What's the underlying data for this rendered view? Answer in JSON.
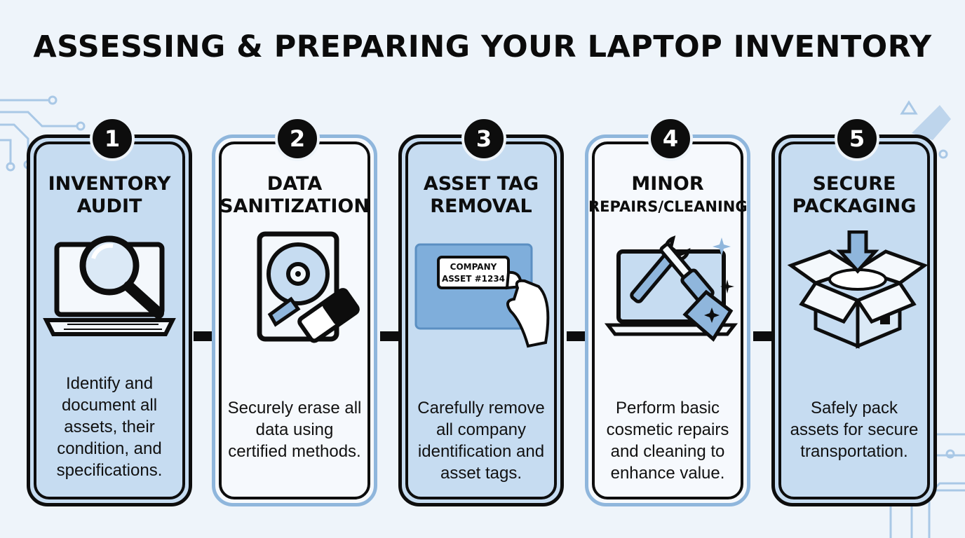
{
  "title": "ASSESSING & PREPARING YOUR LAPTOP INVENTORY",
  "steps": [
    {
      "number": "1",
      "title_line1": "INVENTORY",
      "title_line2": "AUDIT",
      "icon": "laptop-magnifier-icon",
      "description": [
        "Identify and",
        "document all",
        "assets, their",
        "condition, and",
        "specifications."
      ]
    },
    {
      "number": "2",
      "title_line1": "DATA",
      "title_line2": "SANITIZATION",
      "icon": "hard-drive-eraser-icon",
      "description": [
        "Securely erase all",
        "data using",
        "certified methods."
      ]
    },
    {
      "number": "3",
      "title_line1": "ASSET TAG",
      "title_line2": "REMOVAL",
      "icon": "asset-tag-peel-icon",
      "tag_line1": "COMPANY",
      "tag_line2": "ASSET #1234",
      "description": [
        "Carefully remove",
        "all company",
        "identification and",
        "asset tags."
      ]
    },
    {
      "number": "4",
      "title_line1": "MINOR",
      "title_line2": "REPAIRS/CLEANING",
      "icon": "tools-cleaning-icon",
      "description": [
        "Perform basic",
        "cosmetic repairs",
        "and cleaning to",
        "enhance value."
      ]
    },
    {
      "number": "5",
      "title_line1": "SECURE",
      "title_line2": "PACKAGING",
      "icon": "packed-box-icon",
      "description": [
        "Safely pack",
        "assets for secure",
        "transportation."
      ]
    }
  ],
  "colors": {
    "dark": "#0d0d0d",
    "card_blue": "#c6dcf1",
    "card_light": "#f6f9fd",
    "accent_blue": "#8fb6dc",
    "background": "#eef4fa"
  }
}
